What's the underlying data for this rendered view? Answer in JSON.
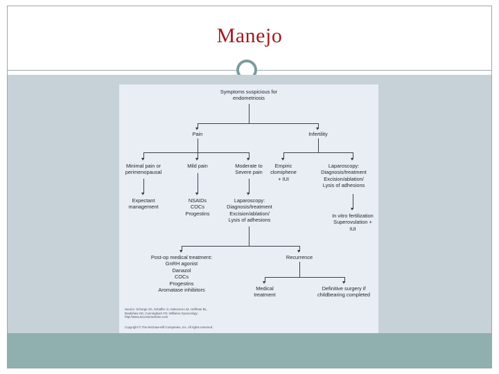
{
  "slide": {
    "title": "Manejo",
    "title_color": "#9e1b22",
    "body_bg": "#c7d2d8",
    "footer_bg": "#8fb0ae",
    "ring_color": "#7d9a9c",
    "rule_color": "#9aa6ac"
  },
  "figure": {
    "bg": "#e9eef5",
    "source": "Source: Schorge JO, Schaffer JI, Halvorson LM, Hoffman BL,\nBradshaw KD, Cunningham FG: Williams Gynecology:\nhttp://www.accessmedicine.com",
    "copyright": "Copyright © The McGraw-Hill Companies, Inc. All rights reserved.",
    "nodes": {
      "root": "Symptoms suspicious for\nendometriosis",
      "pain": "Pain",
      "infertility": "Infertility",
      "minimal_pain": "Minimal pain or\nperimenopausal",
      "mild_pain": "Mild pain",
      "moderate_severe_pain": "Moderate to\nSevere pain",
      "empiric_clomiphene": "Empiric\nclomiphene\n+ IUI",
      "laparoscopy_infertility": "Laparoscopy:\nDiagnosis/treatment\nExcision/ablation/\nLysis of adhesions",
      "expectant": "Expectant\nmanagement",
      "nsaids": "NSAIDs\nCOCs\nProgestins",
      "laparoscopy_pain": "Laparoscopy:\nDiagnosis/treatment\nExcision/ablation/\nLysis of adhesions",
      "ivf": "In vitro fertilization\nSuperovulation +\nIUI",
      "postop": "Post-op medical treatment:\nGnRH agonist\nDanazol\nCOCs\nProgestins\nAromatase inhibitors",
      "recurrence": "Recurrence",
      "medical_treatment": "Medical\ntreatment",
      "definitive_surgery": "Definitive surgery if\nchildbearing completed"
    }
  }
}
